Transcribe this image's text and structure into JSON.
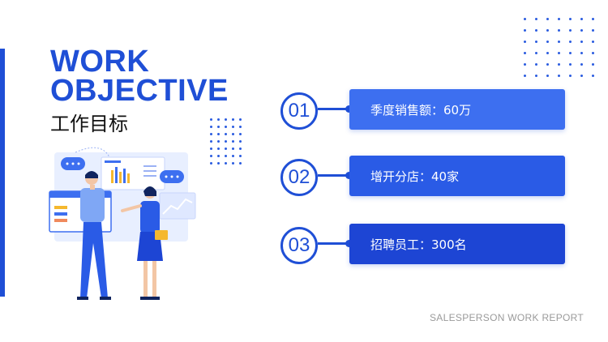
{
  "title": {
    "line1": "WORK",
    "line2": "OBJECTIVE"
  },
  "subtitle": "工作目标",
  "objectives": [
    {
      "number": "01",
      "text": "季度销售额：60万"
    },
    {
      "number": "02",
      "text": "增开分店：40家"
    },
    {
      "number": "03",
      "text": "招聘员工：300名"
    }
  ],
  "footer": "SALESPERSON WORK REPORT",
  "colors": {
    "accent": "#1f4fd6",
    "box1": "#3d6ff0",
    "box2": "#2a5be6",
    "box3": "#1d45d4",
    "footer": "#9a9a9a"
  },
  "illustration": {
    "icons": [
      "chat-bubble-icon",
      "bar-chart-board-icon",
      "line-chart-board-icon",
      "browser-window-icon"
    ]
  }
}
